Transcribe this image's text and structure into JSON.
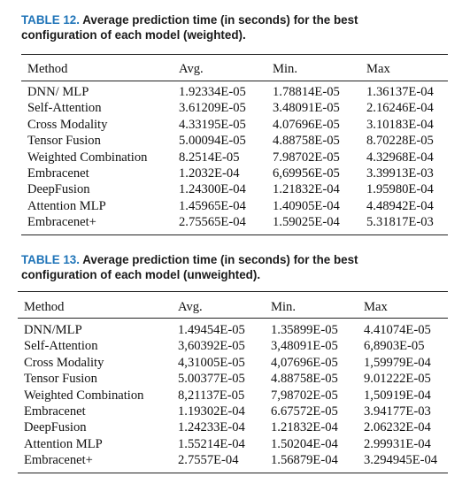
{
  "tables": [
    {
      "tag": "TABLE 12.",
      "caption_line1": "Average prediction time (in seconds) for the best",
      "caption_line2": "configuration of each model (weighted).",
      "headers": [
        "Method",
        "Avg.",
        "Min.",
        "Max"
      ],
      "rows": [
        [
          "DNN/ MLP",
          "1.92334E-05",
          "1.78814E-05",
          "1.36137E-04"
        ],
        [
          "Self-Attention",
          "3.61209E-05",
          "3.48091E-05",
          "2.16246E-04"
        ],
        [
          "Cross Modality",
          "4.33195E-05",
          "4.07696E-05",
          "3.10183E-04"
        ],
        [
          "Tensor Fusion",
          "5.00094E-05",
          "4.88758E-05",
          "8.70228E-05"
        ],
        [
          "Weighted Combination",
          "8.2514E-05",
          "7.98702E-05",
          "4.32968E-04"
        ],
        [
          "Embracenet",
          "1.2032E-04",
          "6,69956E-05",
          "3.39913E-03"
        ],
        [
          "DeepFusion",
          "1.24300E-04",
          "1.21832E-04",
          "1.95980E-04"
        ],
        [
          "Attention MLP",
          "1.45965E-04",
          "1.40905E-04",
          "4.48942E-04"
        ],
        [
          "Embracenet+",
          "2.75565E-04",
          "1.59025E-04",
          "5.31817E-03"
        ]
      ]
    },
    {
      "tag": "TABLE 13.",
      "caption_line1": "Average prediction time (in seconds) for the best",
      "caption_line2": "configuration of each model (unweighted).",
      "headers": [
        "Method",
        "Avg.",
        "Min.",
        "Max"
      ],
      "rows": [
        [
          "DNN/MLP",
          "1.49454E-05",
          "1.35899E-05",
          "4.41074E-05"
        ],
        [
          "Self-Attention",
          "3,60392E-05",
          "3,48091E-05",
          "6,8903E-05"
        ],
        [
          "Cross Modality",
          "4,31005E-05",
          "4,07696E-05",
          "1,59979E-04"
        ],
        [
          "Tensor Fusion",
          "5.00377E-05",
          "4.88758E-05",
          "9.01222E-05"
        ],
        [
          "Weighted Combination",
          "8,21137E-05",
          "7,98702E-05",
          "1,50919E-04"
        ],
        [
          "Embracenet",
          "1.19302E-04",
          "6.67572E-05",
          "3.94177E-03"
        ],
        [
          "DeepFusion",
          "1.24233E-04",
          "1.21832E-04",
          "2.06232E-04"
        ],
        [
          "Attention MLP",
          "1.55214E-04",
          "1.50204E-04",
          "2.99931E-04"
        ],
        [
          "Embracenet+",
          "2.7557E-04",
          "1.56879E-04",
          "3.294945E-04"
        ]
      ]
    }
  ]
}
